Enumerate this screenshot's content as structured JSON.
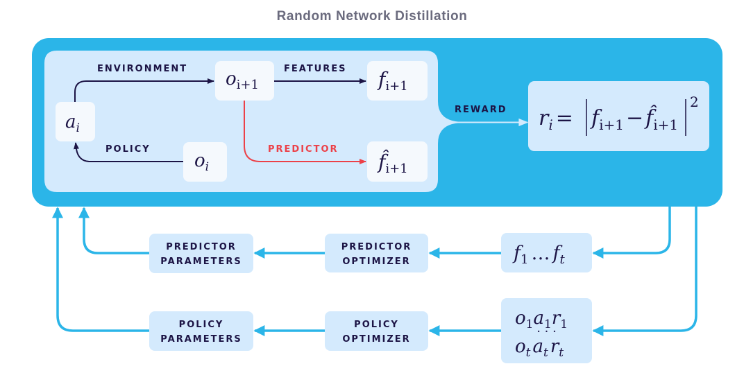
{
  "title": "Random Network Distillation",
  "colors": {
    "outer": "#2bb5e8",
    "inner_panel": "#d4eafd",
    "node_white": "#f5f9fd",
    "node_blue": "#d4eafd",
    "dark_arrow": "#1c1445",
    "predictor_arrow": "#ec4148",
    "feedback_arrow": "#2bb5e8",
    "label": "#1c1445",
    "title": "#6b6b7e"
  },
  "inner_loop": {
    "nodes": {
      "action": {
        "var": "a",
        "sub": "i"
      },
      "next_obs": {
        "var": "o",
        "sub": "i+1"
      },
      "obs": {
        "var": "o",
        "sub": "i"
      },
      "features": {
        "var": "f",
        "sub": "i+1"
      },
      "predicted_features": {
        "var": "f̂",
        "sub": "i+1"
      }
    },
    "edges": {
      "environment": "ENVIRONMENT",
      "policy": "POLICY",
      "features": "FEATURES",
      "predictor": "PREDICTOR"
    }
  },
  "reward": {
    "edge_label": "REWARD",
    "formula": {
      "lhs_var": "r",
      "lhs_sub": "i",
      "eq": "=",
      "a_var": "f",
      "a_sub": "i+1",
      "minus": "−",
      "b_var": "f̂",
      "b_sub": "i+1",
      "exp": "2"
    }
  },
  "training": {
    "predictor_row": {
      "buffer": {
        "first_var": "f",
        "first_sub": "1",
        "dots": "…",
        "last_var": "f",
        "last_sub": "t"
      },
      "optimizer": [
        "PREDICTOR",
        "OPTIMIZER"
      ],
      "parameters": [
        "PREDICTOR",
        "PARAMETERS"
      ]
    },
    "policy_row": {
      "buffer": {
        "row1": [
          {
            "var": "o",
            "sub": "1"
          },
          {
            "var": "a",
            "sub": "1"
          },
          {
            "var": "r",
            "sub": "1"
          }
        ],
        "dots": "· · ·",
        "row2": [
          {
            "var": "o",
            "sub": "t"
          },
          {
            "var": "a",
            "sub": "t"
          },
          {
            "var": "r",
            "sub": "t"
          }
        ]
      },
      "optimizer": [
        "POLICY",
        "OPTIMIZER"
      ],
      "parameters": [
        "POLICY",
        "PARAMETERS"
      ]
    }
  }
}
